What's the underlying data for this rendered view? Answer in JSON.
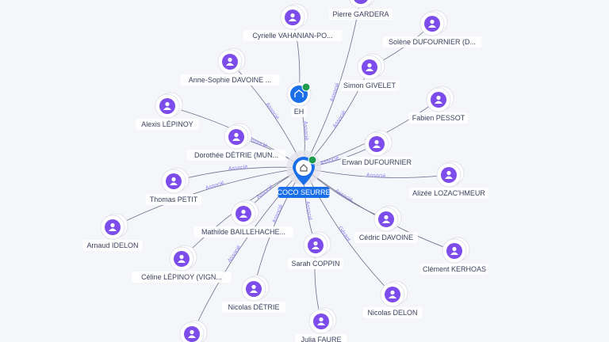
{
  "center": {
    "id": "coco",
    "label": "COCO SEURRE",
    "icon": "building-icon",
    "verified": true,
    "color": "#1a6fe8"
  },
  "company_nodes": [
    {
      "id": "eh",
      "label": "EH",
      "icon": "building-icon",
      "verified": true
    }
  ],
  "person_nodes": [
    {
      "id": "pierre",
      "label": "Pierre GARDERA"
    },
    {
      "id": "cyrielle",
      "label": "Cyrielle VAHANIAN-PO..."
    },
    {
      "id": "solene",
      "label": "Solène DUFOURNIER (D..."
    },
    {
      "id": "annesophie",
      "label": "Anne-Sophie DAVOINE ..."
    },
    {
      "id": "simon",
      "label": "Simon GIVELET"
    },
    {
      "id": "fabien",
      "label": "Fabien PESSOT"
    },
    {
      "id": "alexis",
      "label": "Alexis LÉPINOY"
    },
    {
      "id": "dorothee",
      "label": "Dorothée DÉTRIE (MUN..."
    },
    {
      "id": "erwan",
      "label": "Erwan DUFOURNIER"
    },
    {
      "id": "alizee",
      "label": "Alizée LOZAC'HMEUR"
    },
    {
      "id": "thomas",
      "label": "Thomas PETIT"
    },
    {
      "id": "mathilde",
      "label": "Mathilde BAILLEHACHE..."
    },
    {
      "id": "cedric",
      "label": "Cédric DAVOINE"
    },
    {
      "id": "arnaud",
      "label": "Arnaud IDELON"
    },
    {
      "id": "sarah",
      "label": "Sarah COPPIN"
    },
    {
      "id": "clement",
      "label": "Clément KERHOAS"
    },
    {
      "id": "celine",
      "label": "Céline LÉPINOY (VIGN..."
    },
    {
      "id": "nicolasd",
      "label": "Nicolas DÉTRIE"
    },
    {
      "id": "nicolasdelon",
      "label": "Nicolas DELON"
    },
    {
      "id": "julia",
      "label": "Julia FAURE"
    },
    {
      "id": "unnamed",
      "label": ""
    }
  ],
  "edges": [
    {
      "from": "eh",
      "to": "coco",
      "label": "Associé"
    },
    {
      "from": "cyrielle",
      "to": "eh",
      "label": ""
    },
    {
      "from": "pierre",
      "to": "coco",
      "label": "Associé"
    },
    {
      "from": "annesophie",
      "to": "coco",
      "label": "Associé"
    },
    {
      "from": "simon",
      "to": "coco",
      "label": "Associé"
    },
    {
      "from": "solene",
      "to": "simon",
      "label": ""
    },
    {
      "from": "fabien",
      "to": "coco",
      "label": "Associé"
    },
    {
      "from": "alexis",
      "to": "coco",
      "label": ""
    },
    {
      "from": "dorothee",
      "to": "coco",
      "label": "Associé"
    },
    {
      "from": "erwan",
      "to": "coco",
      "label": "Associé"
    },
    {
      "from": "alizee",
      "to": "coco",
      "label": "Associé"
    },
    {
      "from": "thomas",
      "to": "coco",
      "label": "Associé"
    },
    {
      "from": "arnaud",
      "to": "coco",
      "label": "Associé"
    },
    {
      "from": "mathilde",
      "to": "coco",
      "label": "Associé"
    },
    {
      "from": "cedric",
      "to": "coco",
      "label": "Associé"
    },
    {
      "from": "clement",
      "to": "coco",
      "label": ""
    },
    {
      "from": "sarah",
      "to": "coco",
      "label": "Associé"
    },
    {
      "from": "julia",
      "to": "sarah",
      "label": ""
    },
    {
      "from": "celine",
      "to": "coco",
      "label": ""
    },
    {
      "from": "nicolasd",
      "to": "coco",
      "label": "Associé"
    },
    {
      "from": "nicolasdelon",
      "to": "coco",
      "label": "Gérant"
    },
    {
      "from": "unnamed",
      "to": "coco",
      "label": "Associé"
    }
  ],
  "colors": {
    "person": "#7c4dea",
    "edge": "#6b6f8a",
    "edge_label": "#8b7cf0",
    "verified": "#1e9b4f"
  }
}
